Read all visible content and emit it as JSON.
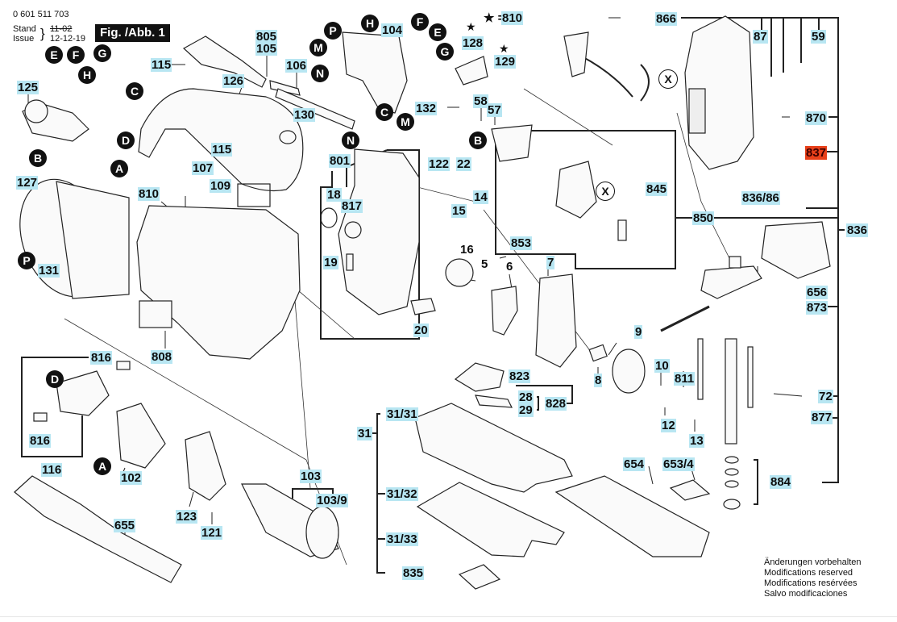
{
  "header": {
    "part_number": "0 601 511 703",
    "stand_label": "Stand",
    "issue_label": "Issue",
    "stand_value": "11-02",
    "issue_value": "12-12-19",
    "figure_title": "Fig. /Abb. 1"
  },
  "legend": {
    "star_equals": "★ = 810",
    "star": "★"
  },
  "colors": {
    "label_bg": "#b8e6f2",
    "highlight_bg": "#e8401a",
    "connector_bg": "#111111"
  },
  "labels": {
    "l115a": "115",
    "l125": "125",
    "l126": "126",
    "l805": "805",
    "l105": "105",
    "l106": "106",
    "l130": "130",
    "l104": "104",
    "l132": "132",
    "l128": "128",
    "l129": "129",
    "l810top": "810",
    "l866": "866",
    "l87": "87",
    "l59": "59",
    "l58": "58",
    "l57": "57",
    "l870": "870",
    "l837": "837",
    "l836_86": "836/86",
    "l850": "850",
    "l836": "836",
    "l127": "127",
    "l115b": "115",
    "l107": "107",
    "l109": "109",
    "l810": "810",
    "l131": "131",
    "l808": "808",
    "l801": "801",
    "l18": "18",
    "l817": "817",
    "l122": "122",
    "l22": "22",
    "l14": "14",
    "l15": "15",
    "l16": "16",
    "l5": "5",
    "l19": "19",
    "l20": "20",
    "l6": "6",
    "l7": "7",
    "l853": "853",
    "l845": "845",
    "l656": "656",
    "l873": "873",
    "l9": "9",
    "l8": "8",
    "l10": "10",
    "l811": "811",
    "l72": "72",
    "l877": "877",
    "l12": "12",
    "l13": "13",
    "l823": "823",
    "l28": "28",
    "l29": "29",
    "l828": "828",
    "l31_31": "31/31",
    "l31": "31",
    "l31_32": "31/32",
    "l31_33": "31/33",
    "l835": "835",
    "l654": "654",
    "l653_4": "653/4",
    "l884": "884",
    "l816a": "816",
    "l816b": "816",
    "l116": "116",
    "l102": "102",
    "l103": "103",
    "l103_9": "103/9",
    "l123": "123",
    "l121": "121",
    "l655": "655"
  },
  "connectors": {
    "E": "E",
    "F": "F",
    "G": "G",
    "H": "H",
    "C": "C",
    "D": "D",
    "A": "A",
    "B": "B",
    "P": "P",
    "M": "M",
    "N": "N",
    "X": "X"
  },
  "notes": [
    "Änderungen vorbehalten",
    "Modifications reserved",
    "Modifications resérvées",
    "Salvo modificaciones"
  ]
}
